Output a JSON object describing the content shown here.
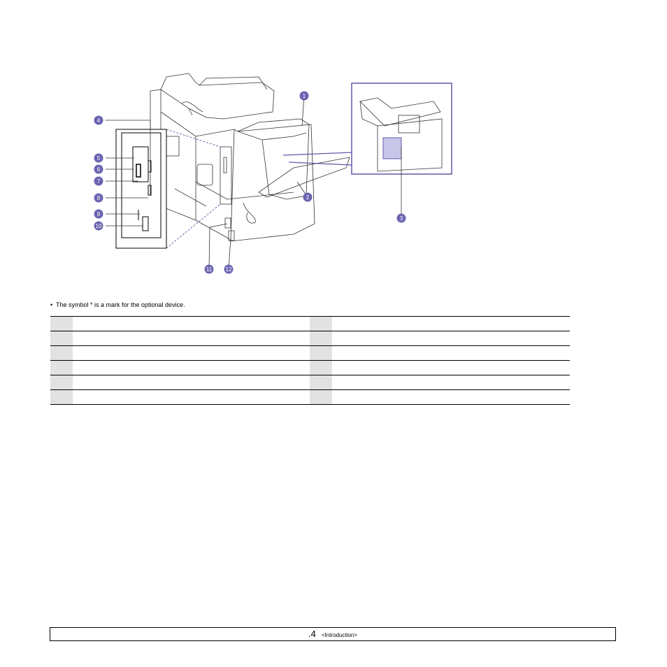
{
  "callouts": [
    "1",
    "2",
    "3",
    "4",
    "5",
    "6",
    "7",
    "8",
    "9",
    "10",
    "11",
    "12"
  ],
  "note": "•  The symbol * is a mark for the optional device.",
  "legend_rows": [
    {
      "left_num": "",
      "left_text": "",
      "right_num": "",
      "right_text": ""
    },
    {
      "left_num": "",
      "left_text": "",
      "right_num": "",
      "right_text": ""
    },
    {
      "left_num": "",
      "left_text": "",
      "right_num": "",
      "right_text": ""
    },
    {
      "left_num": "",
      "left_text": "",
      "right_num": "",
      "right_text": ""
    },
    {
      "left_num": "",
      "left_text": "",
      "right_num": "",
      "right_text": ""
    },
    {
      "left_num": "",
      "left_text": "",
      "right_num": "",
      "right_text": ""
    }
  ],
  "footer": {
    "page": ".4",
    "section": "<Introduction>"
  },
  "colors": {
    "callout_fill": "#6a64b0",
    "detail_box": "#5f5aa8",
    "table_num_bg": "#e2e2e2"
  }
}
